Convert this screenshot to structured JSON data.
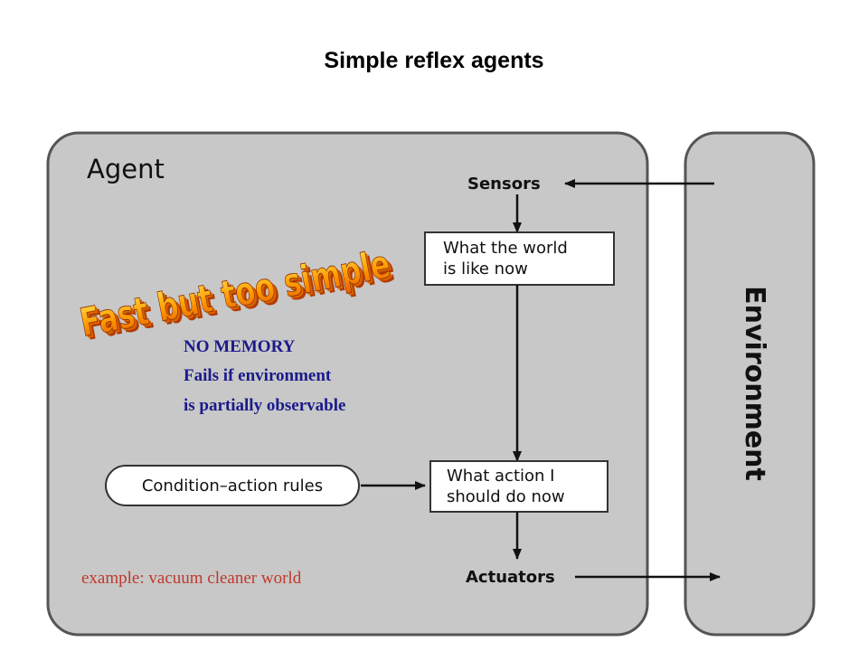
{
  "title": "Simple reflex agents",
  "agent": {
    "label": "Agent"
  },
  "environment": {
    "label": "Environment"
  },
  "nodes": {
    "sensors": "Sensors",
    "world_now": [
      "What the world",
      "is like now"
    ],
    "action_now": [
      "What action I",
      "should do now"
    ],
    "rules": "Condition–action rules",
    "actuators": "Actuators"
  },
  "stamp": "Fast but too simple",
  "notes": [
    "NO MEMORY",
    "Fails if environment",
    "is partially observable"
  ],
  "example": "example: vacuum cleaner world",
  "colors": {
    "agent_fill": "#c8c8c8",
    "env_fill": "#c8c8c8",
    "border": "#555555",
    "note": "#1a1a8c",
    "example": "#c0392b",
    "stamp_front": "#ff9900",
    "stamp_shadow": "#b23a00"
  }
}
